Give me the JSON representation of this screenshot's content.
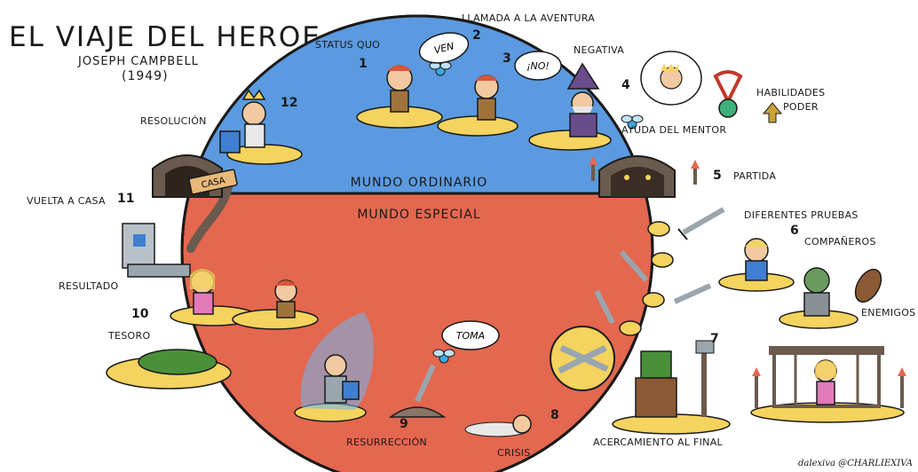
{
  "header": {
    "title": "EL VIAJE DEL HEROE",
    "author": "JOSEPH CAMPBELL",
    "year": "(1949)"
  },
  "worlds": {
    "ordinary": "MUNDO ORDINARIO",
    "special": "MUNDO ESPECIAL",
    "ordinary_color": "#5b9ae0",
    "special_color": "#e4674f"
  },
  "stages": [
    {
      "number": "1",
      "label": "STATUS QUO"
    },
    {
      "number": "2",
      "label": "LLAMADA A LA AVENTURA"
    },
    {
      "number": "3",
      "label": "NEGATIVA"
    },
    {
      "number": "4",
      "label": "AYUDA DEL MENTOR"
    },
    {
      "number": "5",
      "label": "PARTIDA"
    },
    {
      "number": "6",
      "label": "COMPAÑEROS"
    },
    {
      "number": "7",
      "label": "ACERCAMIENTO AL FINAL"
    },
    {
      "number": "8",
      "label": "CRISIS"
    },
    {
      "number": "9",
      "label": "RESURRECCIÓN"
    },
    {
      "number": "10",
      "label": "RESULTADO"
    },
    {
      "number": "11",
      "label": "VUELTA A CASA"
    },
    {
      "number": "12",
      "label": "RESOLUCIÓN"
    }
  ],
  "extra_labels": {
    "habilidades": "HABILIDADES",
    "poder": "PODER",
    "diferentes_pruebas": "DIFERENTES PRUEBAS",
    "enemigos": "ENEMIGOS",
    "tesoro": "TESORO",
    "casa_sign": "CASA"
  },
  "bubbles": {
    "ven": "VEN",
    "no": "¡NO!",
    "toma": "TOMA"
  },
  "signature": "dalexiva @CHARLIEXIVA",
  "colors": {
    "ground": "#f4d35e",
    "stone": "#6b5a4e",
    "fairy": "#3fa9e0"
  }
}
